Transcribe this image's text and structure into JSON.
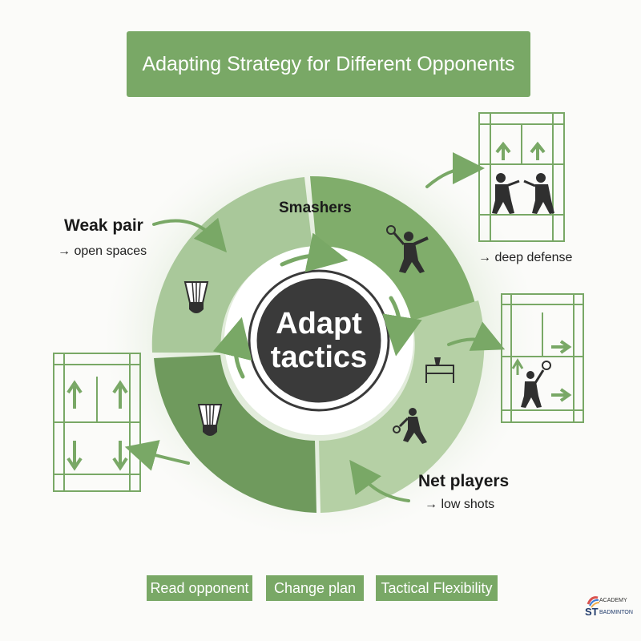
{
  "title": "Adapting Strategy for Different Opponents",
  "hub": {
    "line1": "Adapt",
    "line2": "tactics"
  },
  "segments": [
    {
      "label": "Smashers",
      "note": "→ deep defense"
    },
    {
      "label": "Net players",
      "note": "→ low shots"
    },
    {
      "label": "Weak pair",
      "note": "→ open spaces"
    }
  ],
  "footer_tags": [
    "Read opponent",
    "Change plan",
    "Tactical Flexibility"
  ],
  "logo": {
    "line1": "ACADEMY",
    "line2": "ST",
    "line3": "BADMINTON"
  },
  "colors": {
    "green": "#79a866",
    "dark_green": "#6f9a5d",
    "hub": "#3a3a3a",
    "light_green": "#c9ddbd"
  },
  "icons": [
    "shuttlecock-icon",
    "smash-player-icon",
    "net-player-icon",
    "net-icon",
    "court-diagram-icon",
    "arrow-icon"
  ]
}
